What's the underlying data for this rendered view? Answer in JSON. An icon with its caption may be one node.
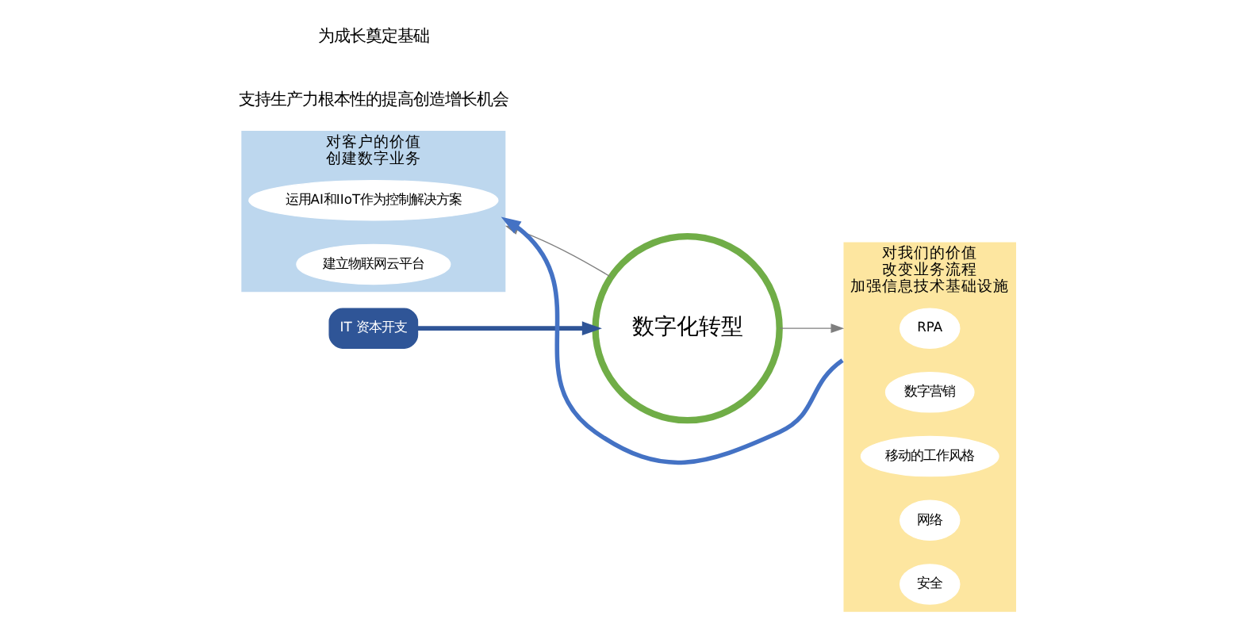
{
  "diagram": {
    "nodes": [
      {
        "text": [
          "对客户的价值",
          "创建数字业务"
        ]
      },
      {
        "text": [
          "运用AI和IIoT作为控制解决方案"
        ],
        "in": 0
      },
      {
        "text": [
          "建立物联网云平台"
        ],
        "in": 0
      },
      {
        "text": [
          "数字化转型"
        ]
      },
      {
        "text": [
          "IT 资本开支"
        ]
      },
      {
        "text": [
          "对我们的价值",
          "改变业务流程",
          "加强信息技术基础设施"
        ]
      },
      {
        "text": [
          "RPA"
        ],
        "in": 5
      },
      {
        "text": [
          "数字营销"
        ],
        "in": 5
      },
      {
        "text": [
          "移动的工作风格"
        ],
        "in": 5
      },
      {
        "text": [
          "网络"
        ],
        "in": 5
      },
      {
        "text": [
          "安全"
        ],
        "in": 5
      }
    ],
    "edges": [
      {
        "from": 4,
        "to": 3,
        "arrow": "to",
        "style": "thick",
        "color": "#2f5597"
      },
      {
        "from": 3,
        "to": 0,
        "arrow": "to"
      },
      {
        "from": 3,
        "to": 5,
        "arrow": "to"
      },
      {
        "from": 5,
        "to": 0,
        "arrow": "to",
        "style": "thick",
        "color": "#4472c4"
      }
    ],
    "labels": [
      "支持生产力根本性的提高创造增长机会",
      "为成长奠定基础"
    ]
  }
}
